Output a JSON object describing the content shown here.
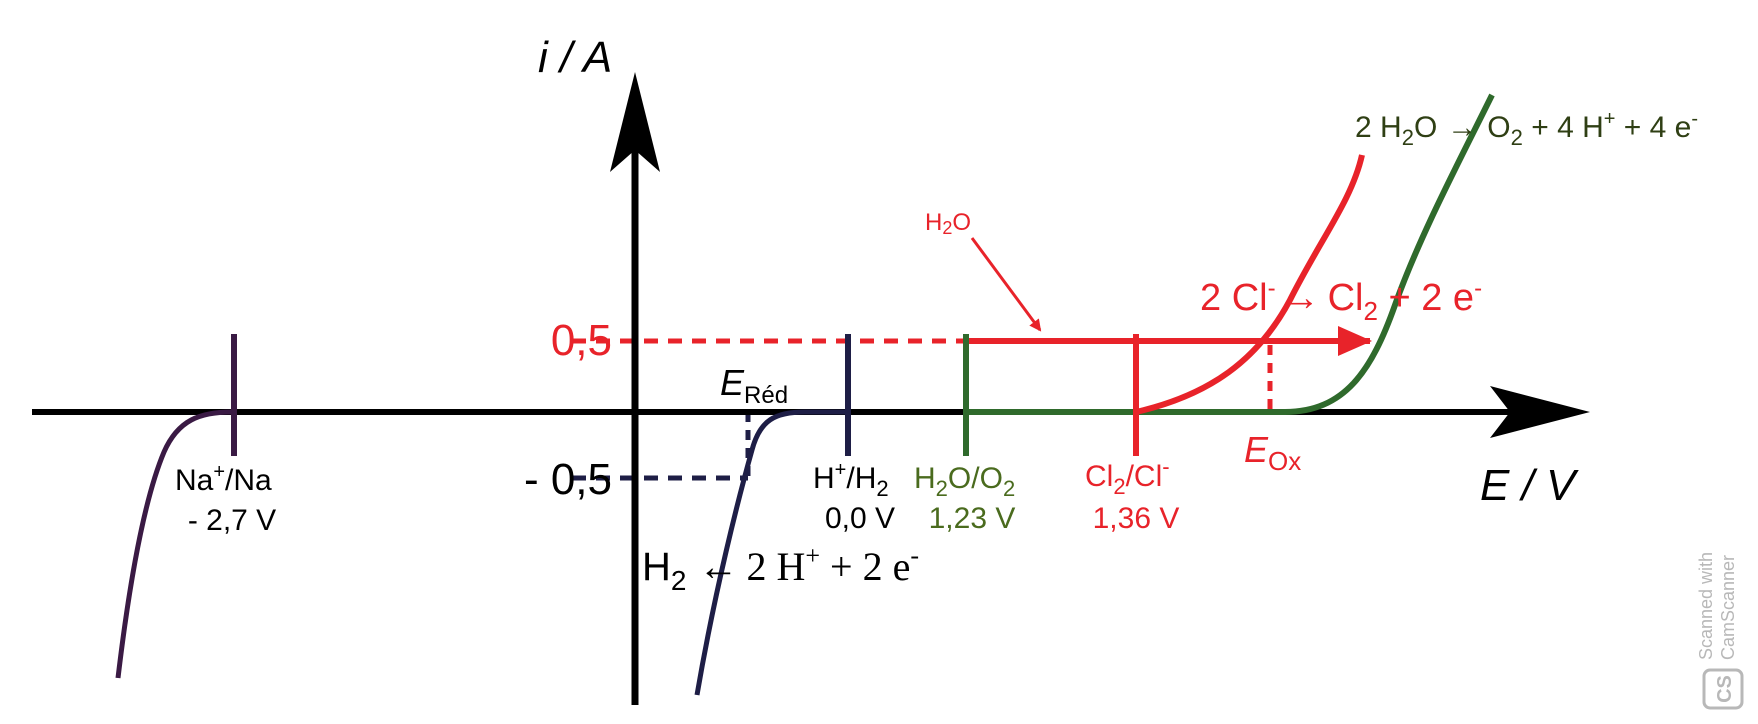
{
  "axes": {
    "y_label": "i / A",
    "x_label": "E / V"
  },
  "ticks": {
    "pos": "0,5",
    "neg": "- 0,5"
  },
  "e_red": {
    "main": "E",
    "sub": "Réd"
  },
  "e_ox": {
    "main": "E",
    "sub": "Ox"
  },
  "couples": {
    "na": {
      "label": "Na",
      "sup": "+",
      "tail": "/Na",
      "value": "- 2,7 V"
    },
    "h2": {
      "label": "H",
      "sup": "+",
      "tail": "/H",
      "sub": "2",
      "value": "0,0 V"
    },
    "o2": {
      "h": "H",
      "two": "2",
      "mid": "O/O",
      "two2": "2",
      "value": "1,23 V"
    },
    "cl": {
      "cl": "Cl",
      "two": "2",
      "mid": "/Cl",
      "sup": "-",
      "value": "1,36 V"
    }
  },
  "reactions": {
    "h2_red": {
      "h": "H",
      "two": "2",
      "arrow": "←",
      "rhs": "2 H",
      "plus_sup": "+",
      "rest": " + 2 e",
      "minus_sup": "-"
    },
    "water_ox": {
      "lhs": "2 H",
      "two": "2",
      "o": "O",
      "arrow": "→",
      "o2": "O",
      "sub2": "2",
      "rest": " + 4 H",
      "sup1": "+",
      "rest2": " + 4 e",
      "sup2": "-"
    },
    "cl_ox": {
      "lhs": "2 Cl",
      "sup1": "-",
      "arrow": "→",
      "cl": "Cl",
      "sub": "2",
      "rest": " + 2 e",
      "sup2": "-"
    }
  },
  "h2o_pointer": {
    "h": "H",
    "two": "2",
    "o": "O"
  },
  "watermark": {
    "line1": "Scanned with",
    "line2": "CamScanner",
    "logo": "CS"
  },
  "colors": {
    "axis": "#000000",
    "red": "#e8232a",
    "green": "#2f6a2c",
    "navy": "#1e1e46",
    "purple": "#3a1a44",
    "darkgreen_text": "#4a6b1e",
    "watermark": "#b8b8b8"
  }
}
